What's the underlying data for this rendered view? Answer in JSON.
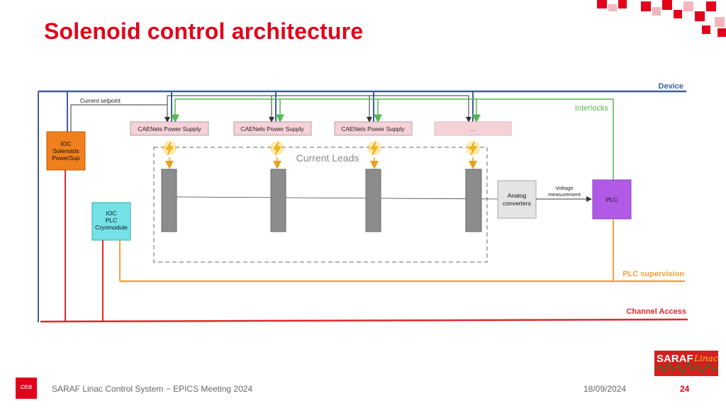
{
  "slide": {
    "title": "Solenoid control architecture",
    "footer": "SARAF Linac Control System − EPICS Meeting 2024",
    "date": "18/09/2024",
    "page": "24"
  },
  "logos": {
    "cea": "cea",
    "saraf": "SARAF",
    "saraf_sub": "Linac"
  },
  "diagram": {
    "buses": {
      "device": "Device",
      "interlocks": "Interlocks",
      "plc_supervision": "PLC supervision",
      "channel_access": "Channel Access"
    },
    "current_setpoint": "Current setpoint",
    "ioc_solenoids": [
      "IOC",
      "Solenoids",
      "PowerSup"
    ],
    "ioc_plc": [
      "IOC",
      "PLC",
      "Cryomodule"
    ],
    "power_supplies": [
      "CAENels Power Supply",
      "CAENels Power Supply",
      "CAENels Power Supply",
      "..."
    ],
    "current_leads": "Current Leads",
    "analog_converters": [
      "Analog",
      "converters"
    ],
    "voltage_measurement": [
      "Voltage",
      "measurement"
    ],
    "plc": "PLC"
  },
  "colors": {
    "title_red": "#e2001a",
    "device_blue": "#3a5fa0",
    "interlock_green": "#56b84f",
    "supervision_orange": "#f2a23c",
    "channel_red": "#e3262b",
    "ioc_orange": "#f07f1e",
    "ioc_cyan": "#74e2e6",
    "plc_purple": "#b05ae6",
    "ps_pink": "#f5d2d8",
    "lead_gray": "#8c8c8c"
  }
}
